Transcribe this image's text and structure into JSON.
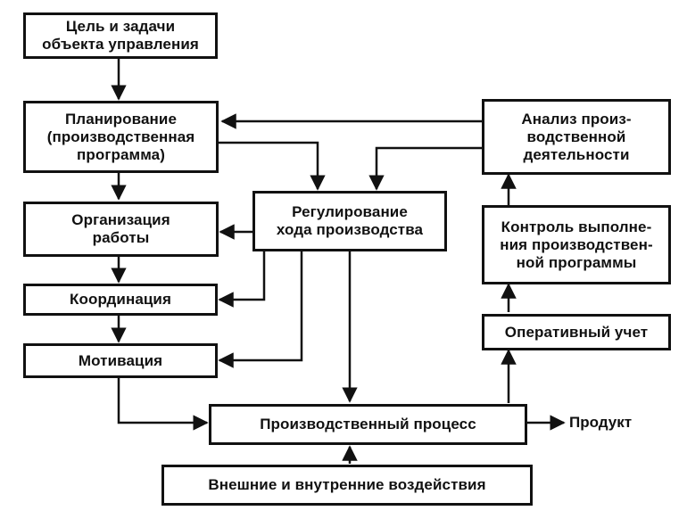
{
  "diagram": {
    "nodes": [
      {
        "id": "goal",
        "text": "Цель и задачи\nобъекта управления"
      },
      {
        "id": "planning",
        "text": "Планирование\n(производственная\nпрограмма)"
      },
      {
        "id": "organization",
        "text": "Организация\nработы"
      },
      {
        "id": "coordination",
        "text": "Координация"
      },
      {
        "id": "motivation",
        "text": "Мотивация"
      },
      {
        "id": "regulation",
        "text": "Регулирование\nхода производства"
      },
      {
        "id": "analysis",
        "text": "Анализ произ-\nводственной\nдеятельности"
      },
      {
        "id": "control",
        "text": "Контроль выполне-\nния производствен-\nной программы"
      },
      {
        "id": "accounting",
        "text": "Оперативный учет"
      },
      {
        "id": "process",
        "text": "Производственный процесс"
      },
      {
        "id": "influences",
        "text": "Внешние и внутренние воздействия"
      }
    ],
    "output_label": "Продукт",
    "edges": [
      {
        "from": "goal",
        "to": "planning"
      },
      {
        "from": "planning",
        "to": "organization"
      },
      {
        "from": "organization",
        "to": "coordination"
      },
      {
        "from": "coordination",
        "to": "motivation"
      },
      {
        "from": "motivation",
        "to": "process"
      },
      {
        "from": "planning",
        "to": "regulation"
      },
      {
        "from": "analysis",
        "to": "planning"
      },
      {
        "from": "analysis",
        "to": "regulation"
      },
      {
        "from": "regulation",
        "to": "organization"
      },
      {
        "from": "regulation",
        "to": "coordination"
      },
      {
        "from": "regulation",
        "to": "motivation"
      },
      {
        "from": "regulation",
        "to": "process"
      },
      {
        "from": "influences",
        "to": "process"
      },
      {
        "from": "process",
        "to": "output"
      },
      {
        "from": "process",
        "to": "accounting"
      },
      {
        "from": "accounting",
        "to": "control"
      },
      {
        "from": "control",
        "to": "analysis"
      }
    ]
  }
}
